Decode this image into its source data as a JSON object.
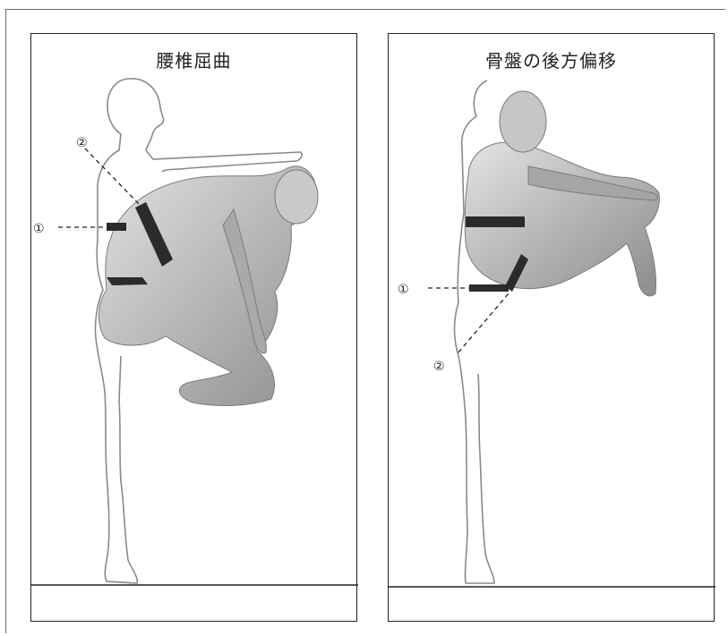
{
  "panels": [
    {
      "title": "腰椎屈曲",
      "markers": {
        "one": "①",
        "two": "②"
      }
    },
    {
      "title": "骨盤の後方偏移",
      "markers": {
        "one": "①",
        "two": "②"
      }
    }
  ],
  "colors": {
    "outline": "#8a8a8a",
    "body_fill": "#bdbdbd",
    "band": "#2b2b2b",
    "floor": "#222222"
  }
}
